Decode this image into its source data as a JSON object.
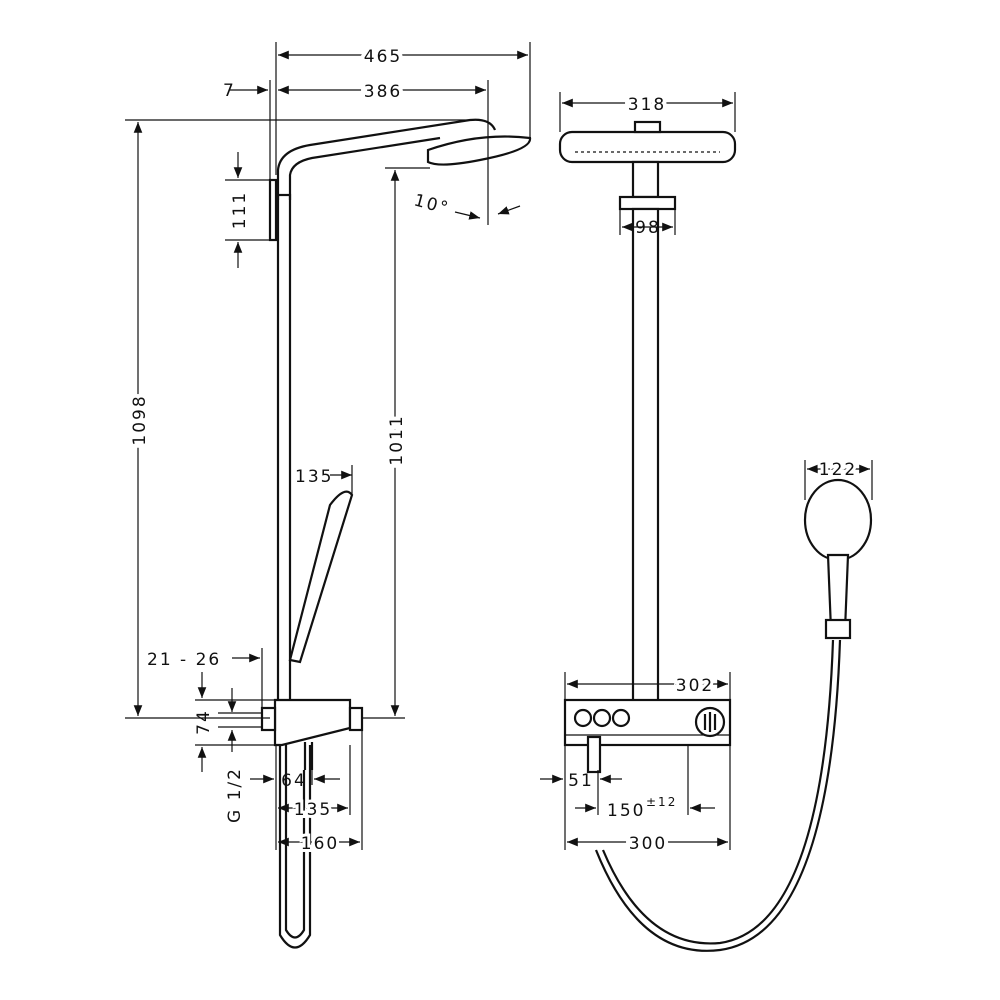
{
  "dimensions": {
    "overall_arm_width": "465",
    "wall_offset": "7",
    "arm_reach": "386",
    "head_width": "318",
    "bracket_height": "111",
    "head_tilt": "10°",
    "pipe_width": "98",
    "overall_height": "1098",
    "head_to_thermostat": "1011",
    "hand_shower_offset": "135",
    "hand_shower_width": "122",
    "wall_distance": "21 - 26",
    "thermostat_width_top": "302",
    "thermostat_height": "74",
    "connection": "G 1/2",
    "spout_offset": "64",
    "thermostat_depth": "135",
    "overall_depth": "160",
    "spout_side_offset": "51",
    "connection_spacing": "150",
    "connection_tolerance": "±12",
    "thermostat_width": "300"
  }
}
